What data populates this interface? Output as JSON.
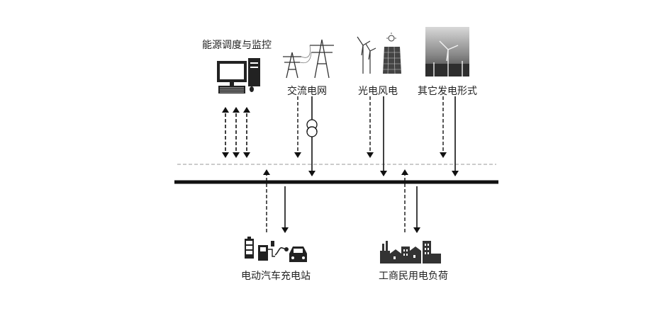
{
  "sources": {
    "dispatch": {
      "label": "能源调度与监控",
      "icon": "computer-icon"
    },
    "ac_grid": {
      "label": "交流电网",
      "icon": "transmission-tower-icon"
    },
    "pv_wind": {
      "label": "光电风电",
      "icon": "wind-solar-icon"
    },
    "other_gen": {
      "label": "其它发电形式",
      "icon": "wind-turbine-photo-icon"
    }
  },
  "loads": {
    "ev_station": {
      "label": "电动汽车充电站",
      "icon": "ev-charging-icon"
    },
    "commercial": {
      "label": "工商民用电负荷",
      "icon": "city-buildings-icon"
    }
  },
  "colors": {
    "line": "#111111",
    "dashed": "#999999",
    "icon": "#333333"
  }
}
